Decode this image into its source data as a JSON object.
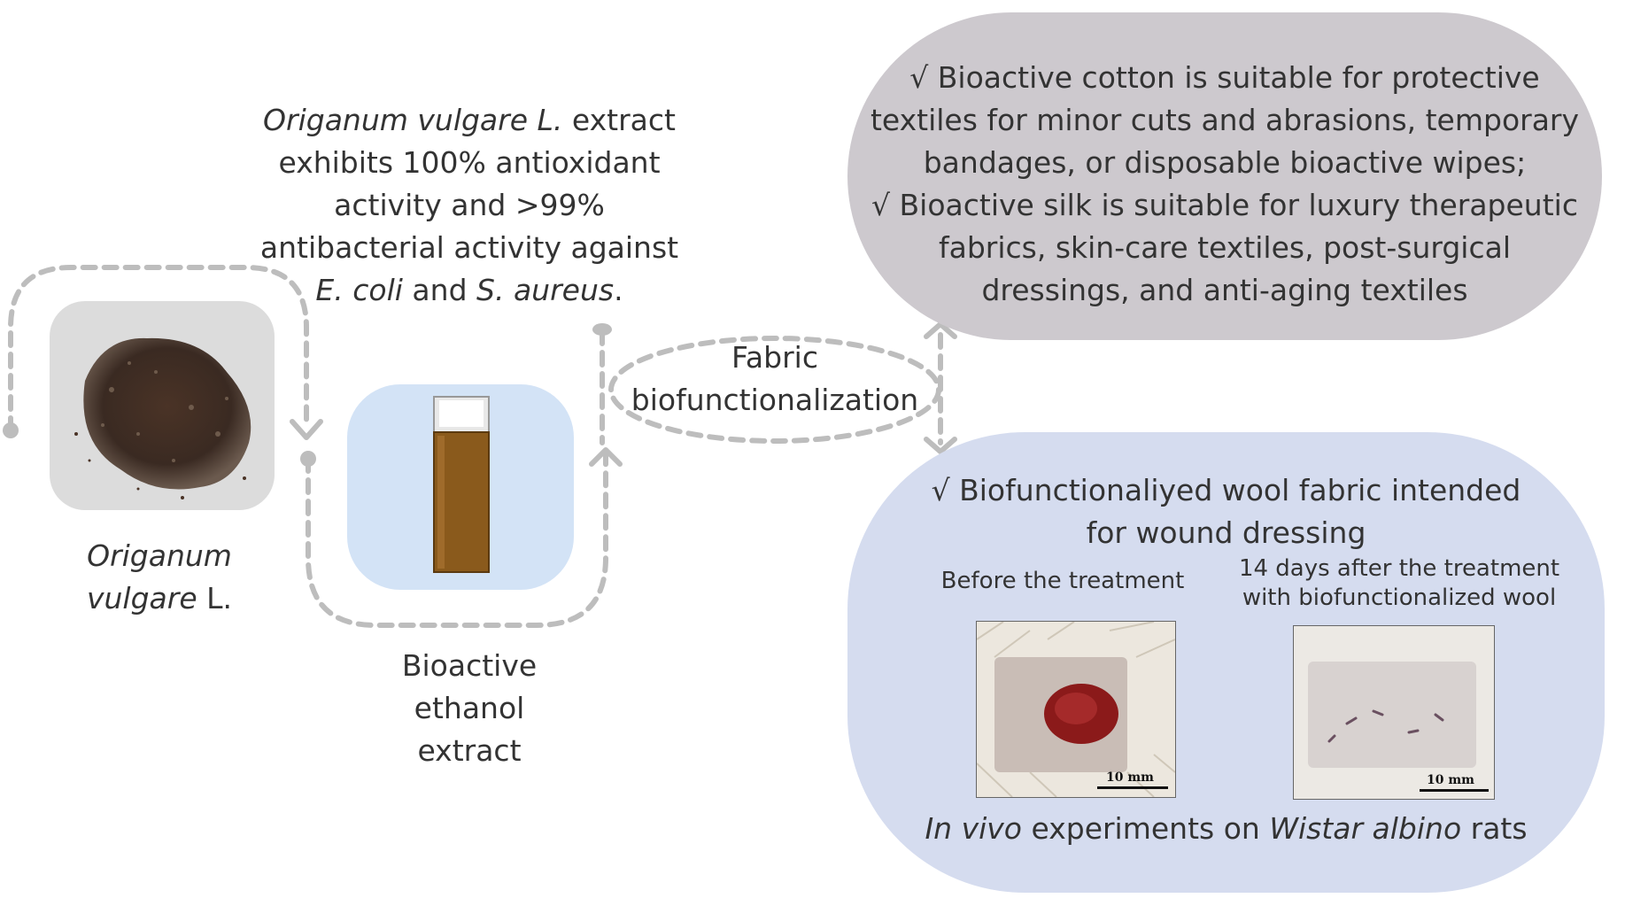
{
  "extract_description": {
    "line1_italic": "Origanum vulgare L.",
    "line1_rest": " extract",
    "line2": "exhibits 100% antioxidant",
    "line3": "activity and >99%",
    "line4": "antibacterial activity against",
    "line5_italic1": "E. coli",
    "line5_mid": " and ",
    "line5_italic2": "S. aureus",
    "line5_end": "."
  },
  "plant_label": {
    "line1_italic": "Origanum",
    "line2_italic": "vulgare",
    "line2_rest": " L."
  },
  "extract_label": [
    "Bioactive",
    "ethanol",
    "extract"
  ],
  "process_label": [
    "Fabric",
    "biofunctionalization"
  ],
  "top_bubble": {
    "lines": [
      "√ Bioactive cotton is suitable for protective",
      "textiles for minor cuts and abrasions, temporary",
      "bandages, or disposable bioactive wipes;",
      "√ Bioactive silk is suitable for luxury therapeutic",
      "fabrics, skin-care textiles, post-surgical",
      "dressings, and anti-aging textiles"
    ]
  },
  "bottom_bubble": {
    "heading_lines": [
      "√ Biofunctionaliyed wool fabric intended",
      "for wound dressing"
    ],
    "before_label": "Before the treatment",
    "after_label_lines": [
      "14 days after the treatment",
      "with biofunctionalized wool"
    ],
    "scale_before": "10 mm",
    "scale_after": "10 mm",
    "footer_italic1": "In vivo",
    "footer_mid": " experiments on ",
    "footer_italic2": "Wistar albino",
    "footer_end": " rats"
  },
  "colors": {
    "top_bubble": "#cdc9ce",
    "bottom_bubble": "#d5dcef",
    "dashed_arrow": "#bdbdbd",
    "extract_liquid": "#8a5a1c"
  }
}
